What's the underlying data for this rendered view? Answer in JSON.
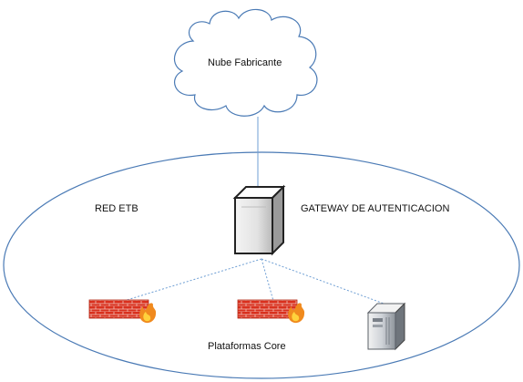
{
  "diagram": {
    "cloud_label": "Nube Fabricante",
    "network_label": "RED ETB",
    "gateway_label": "GATEWAY DE AUTENTICACION",
    "platforms_label": "Plataformas Core",
    "icons": [
      "cloud-icon",
      "gateway-server-icon",
      "firewall-icon",
      "firewall-icon",
      "server-icon"
    ],
    "colors": {
      "outline": "#4a7ab5",
      "link": "#6f9fd4",
      "brick": "#d9301e",
      "server_body": "#e8e8e8"
    }
  }
}
